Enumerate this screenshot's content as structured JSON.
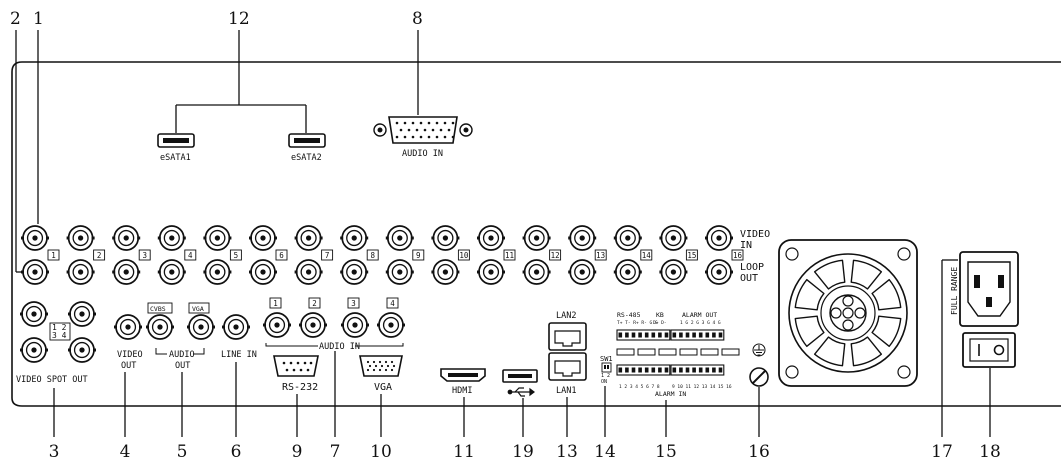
{
  "callouts_top": [
    "2",
    "1",
    "12",
    "8"
  ],
  "callouts_bottom": [
    "3",
    "4",
    "5",
    "6",
    "9",
    "7",
    "10",
    "11",
    "19",
    "13",
    "14",
    "15",
    "16",
    "17",
    "18"
  ],
  "labels": {
    "esata1": "eSATA1",
    "esata2": "eSATA2",
    "audio_in_top": "AUDIO IN",
    "video_in": [
      "VIDEO",
      "IN"
    ],
    "loop_out": [
      "LOOP",
      "OUT"
    ],
    "video_spot_out": "VIDEO SPOT OUT",
    "spot_nums": [
      "1 2",
      "3 4"
    ],
    "video_out": [
      "VIDEO",
      "OUT"
    ],
    "cvbs": "CVBS",
    "vga_small": "VGA",
    "audio_out": [
      "AUDIO",
      "OUT"
    ],
    "line_in": "LINE IN",
    "audio_in_bottom": "AUDIO IN",
    "rs232": "RS-232",
    "vga": "VGA",
    "hdmi": "HDMI",
    "lan2": "LAN2",
    "lan1": "LAN1",
    "rs485": "RS-485",
    "rs485_pins": "T+ T- R+ R- G G",
    "kb": "KB",
    "kb_pins": "D+ D-",
    "alarm_out": "ALARM OUT",
    "alarm_out_pins": "1 G 2 G 3 G 4 G",
    "alarm_in": "ALARM IN",
    "alarm_in_pins_left": "1 2 3 4 5 6 7 8",
    "alarm_in_pins_right": "9 10 11 12 13 14 15 16",
    "sw": "SW1",
    "sw_pins": [
      "1 2",
      "ON"
    ],
    "full_range": "FULL RANGE"
  },
  "channel_numbers": [
    "1",
    "2",
    "3",
    "4",
    "5",
    "6",
    "7",
    "8",
    "9",
    "10",
    "11",
    "12",
    "13",
    "14",
    "15",
    "16"
  ],
  "audio_in_numbers": [
    "1",
    "2",
    "3",
    "4"
  ],
  "icons": [
    "bnc-connector",
    "usb-icon",
    "ground-icon",
    "fan-grille",
    "power-socket",
    "power-switch",
    "screw"
  ]
}
